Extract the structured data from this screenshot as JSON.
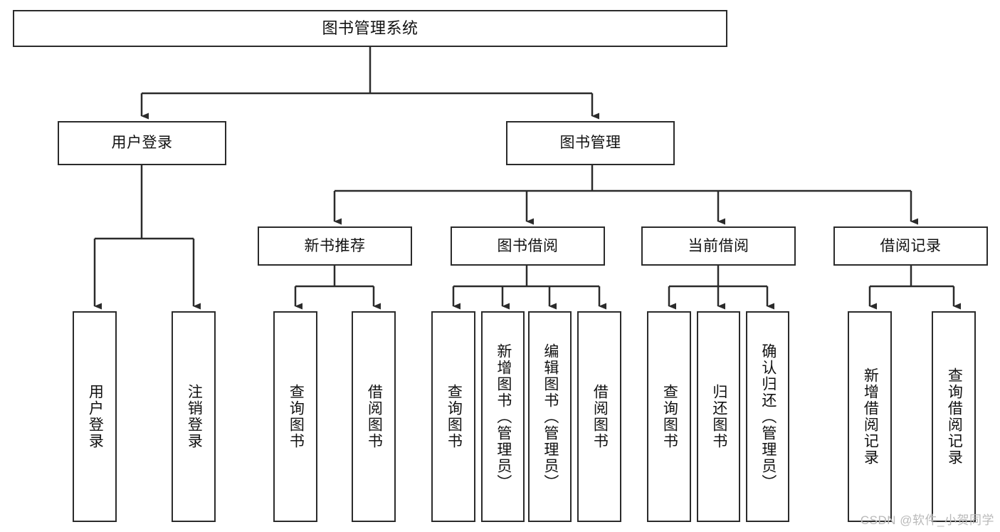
{
  "diagram": {
    "title": "图书管理系统",
    "type": "tree-hierarchy-diagram",
    "watermark": "CSDN @软件_小贺同学",
    "colors": {
      "box_border": "#2b2b2b",
      "box_fill": "#ffffff",
      "connector": "#2b2b2b",
      "text": "#111111",
      "watermark": "#b9b9b9"
    },
    "nodes": {
      "root": {
        "label": "图书管理系统"
      },
      "level2": [
        {
          "label": "用户登录"
        },
        {
          "label": "图书管理"
        }
      ],
      "level3": [
        {
          "label": "新书推荐"
        },
        {
          "label": "图书借阅"
        },
        {
          "label": "当前借阅"
        },
        {
          "label": "借阅记录"
        }
      ],
      "leaves": {
        "user_login": [
          {
            "label": "用户登录"
          },
          {
            "label": "注销登录"
          }
        ],
        "new_book_recommend": [
          {
            "label": "查询图书"
          },
          {
            "label": "借阅图书"
          }
        ],
        "book_borrow": [
          {
            "label": "查询图书"
          },
          {
            "label": "新增图书（管理员）"
          },
          {
            "label": "编辑图书（管理员）"
          },
          {
            "label": "借阅图书"
          }
        ],
        "current_borrow": [
          {
            "label": "查询图书"
          },
          {
            "label": "归还图书"
          },
          {
            "label": "确认归还（管理员）"
          }
        ],
        "borrow_record": [
          {
            "label": "新增借阅记录"
          },
          {
            "label": "查询借阅记录"
          }
        ]
      }
    }
  }
}
